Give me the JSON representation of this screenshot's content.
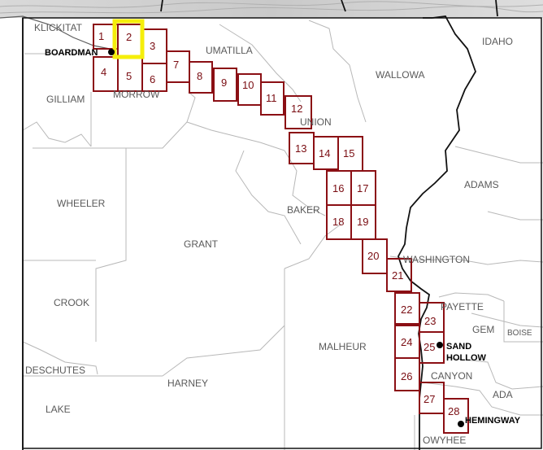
{
  "counties": [
    "KLICKITAT",
    "UMATILLA",
    "GILLIAM",
    "MORROW",
    "WALLOWA",
    "UNION",
    "WHEELER",
    "BAKER",
    "GRANT",
    "WASHINGTON",
    "CROOK",
    "PAYETTE",
    "GEM",
    "BOISE",
    "MALHEUR",
    "DESCHUTES",
    "CANYON",
    "HARNEY",
    "ADA",
    "LAKE",
    "OWYHEE",
    "ADAMS"
  ],
  "states": [
    "IDAHO"
  ],
  "places": [
    "BOARDMAN",
    "SAND",
    "HOLLOW",
    "HEMINGWAY"
  ],
  "map_tiles": [
    "1",
    "2",
    "3",
    "4",
    "5",
    "6",
    "7",
    "8",
    "9",
    "10",
    "11",
    "12",
    "13",
    "14",
    "15",
    "16",
    "17",
    "18",
    "19",
    "20",
    "21",
    "22",
    "23",
    "24",
    "25",
    "26",
    "27",
    "28"
  ],
  "highlighted_tile": "2",
  "colors": {
    "tile_outline": "#8b0f14",
    "highlight": "#f5ee0a",
    "county_line": "#b8b8b8",
    "state_line": "#111111"
  }
}
